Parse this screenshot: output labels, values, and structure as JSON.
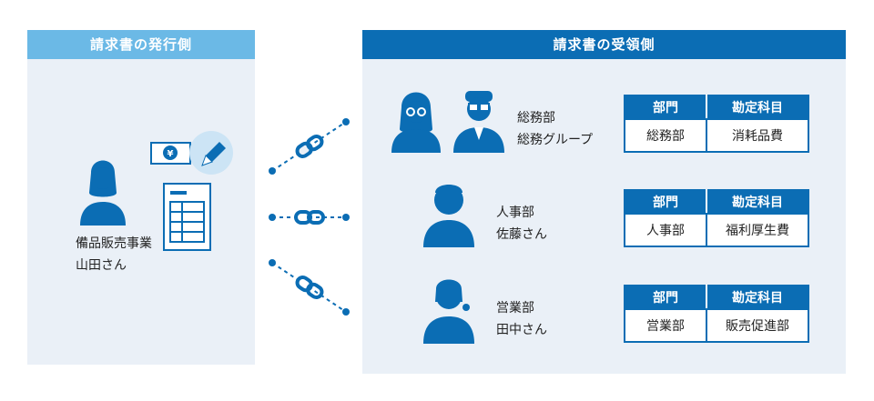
{
  "issuer": {
    "header": "請求書の発行側",
    "person_lines": [
      "備品販売事業",
      "山田さん"
    ],
    "currency_symbol": "¥"
  },
  "receiver": {
    "header": "請求書の受領側",
    "table_headers": [
      "部門",
      "勘定科目"
    ],
    "departments": [
      {
        "lines": [
          "総務部",
          "総務グループ"
        ],
        "department": "総務部",
        "account": "消耗品費"
      },
      {
        "lines": [
          "人事部",
          "佐藤さん"
        ],
        "department": "人事部",
        "account": "福利厚生費"
      },
      {
        "lines": [
          "営業部",
          "田中さん"
        ],
        "department": "営業部",
        "account": "販売促進部"
      }
    ]
  },
  "colors": {
    "primary": "#0b6db4",
    "light_header": "#6bb9e6",
    "panel_bg": "#eaf0f7"
  }
}
